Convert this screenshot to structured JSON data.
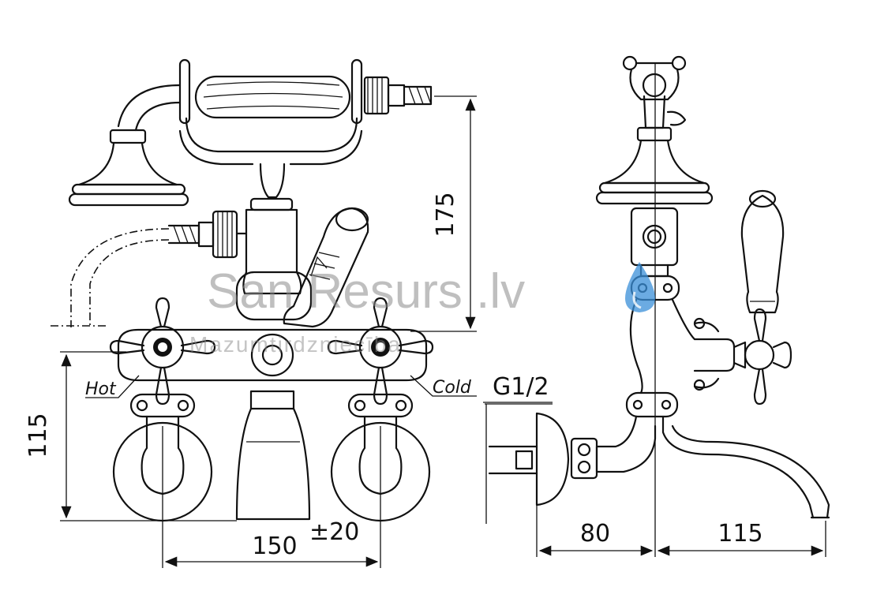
{
  "labels": {
    "hot": "Hot",
    "cold": "Cold",
    "thread": "G1/2"
  },
  "dimensions": {
    "height_top": "175",
    "height_left": "115",
    "width_bottom": "150",
    "tolerance": "±20",
    "depth_wall": "80",
    "spout_reach": "115"
  },
  "watermark": {
    "title": "San Resurs .lv",
    "subtitle": "Mazumtirdzniecība"
  },
  "colors": {
    "line": "#111111",
    "watermark": "#8a8a8a",
    "drop_blue": "#3a8fd8"
  }
}
